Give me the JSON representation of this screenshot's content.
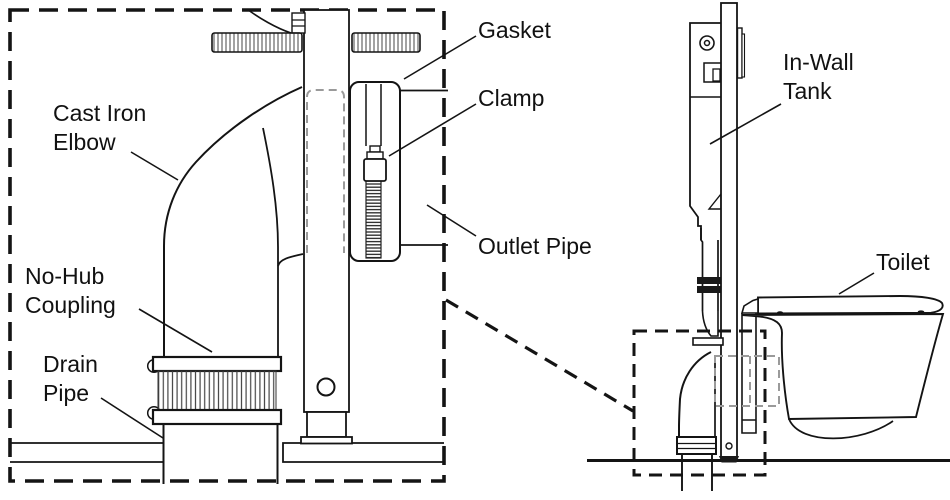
{
  "figure": {
    "type": "plumbing-installation-diagram",
    "background": "#ffffff",
    "line_color": "#141414",
    "hidden_line_color": "#9a9a9a",
    "detail_view": {
      "labels": {
        "cast_iron_elbow": {
          "line1": "Cast Iron",
          "line2": "Elbow"
        },
        "no_hub_coupling": {
          "line1": "No-Hub",
          "line2": "Coupling"
        },
        "drain_pipe": {
          "line1": "Drain",
          "line2": "Pipe"
        },
        "gasket": "Gasket",
        "clamp": "Clamp",
        "outlet_pipe": "Outlet Pipe"
      }
    },
    "installation_view": {
      "labels": {
        "in_wall_tank": {
          "line1": "In-Wall",
          "line2": "Tank"
        },
        "toilet": "Toilet"
      }
    }
  }
}
